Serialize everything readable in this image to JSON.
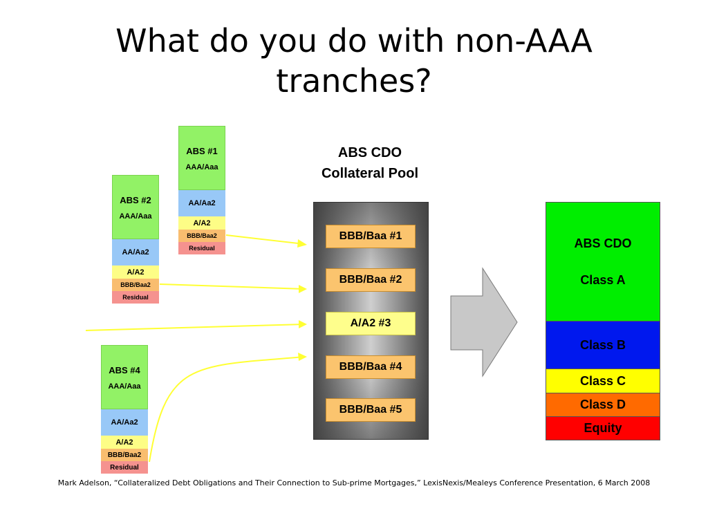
{
  "title": [
    "What do you do with non-AAA",
    "tranches?"
  ],
  "abs_stacks": [
    {
      "name": "ABS #1",
      "tranches": [
        "AAA/Aaa",
        "AA/Aa2",
        "A/A2",
        "BBB/Baa2",
        "Residual"
      ]
    },
    {
      "name": "ABS #2",
      "tranches": [
        "AAA/Aaa",
        "AA/Aa2",
        "A/A2",
        "BBB/Baa2",
        "Residual"
      ]
    },
    {
      "name": "ABS #4",
      "tranches": [
        "AAA/Aaa",
        "AA/Aa2",
        "A/A2",
        "BBB/Baa2",
        "Residual"
      ]
    }
  ],
  "pool": {
    "title": [
      "ABS CDO",
      "Collateral Pool"
    ],
    "items": [
      "BBB/Baa #1",
      "BBB/Baa #2",
      "A/A2 #3",
      "BBB/Baa #4",
      "BBB/Baa #5"
    ]
  },
  "cdo": {
    "class_a": [
      "ABS CDO",
      "Class A"
    ],
    "classes": [
      "Class B",
      "Class C",
      "Class D",
      "Equity"
    ]
  },
  "colors": {
    "aaa": "#92f266",
    "aa": "#98c8f7",
    "a": "#fdfd86",
    "bbb": "#f9bd6f",
    "residual": "#f5928f",
    "class_a": "#00ee00",
    "class_b": "#0018ee",
    "class_c": "#ffff00",
    "class_d": "#ff6a00",
    "equity": "#ff0000",
    "flow_arrow": "#ffff33"
  },
  "footnote": "Mark Adelson, “Collateralized Debt Obligations and Their Connection to Sub-prime Mortgages,” LexisNexis/Mealeys Conference Presentation, 6 March 2008"
}
